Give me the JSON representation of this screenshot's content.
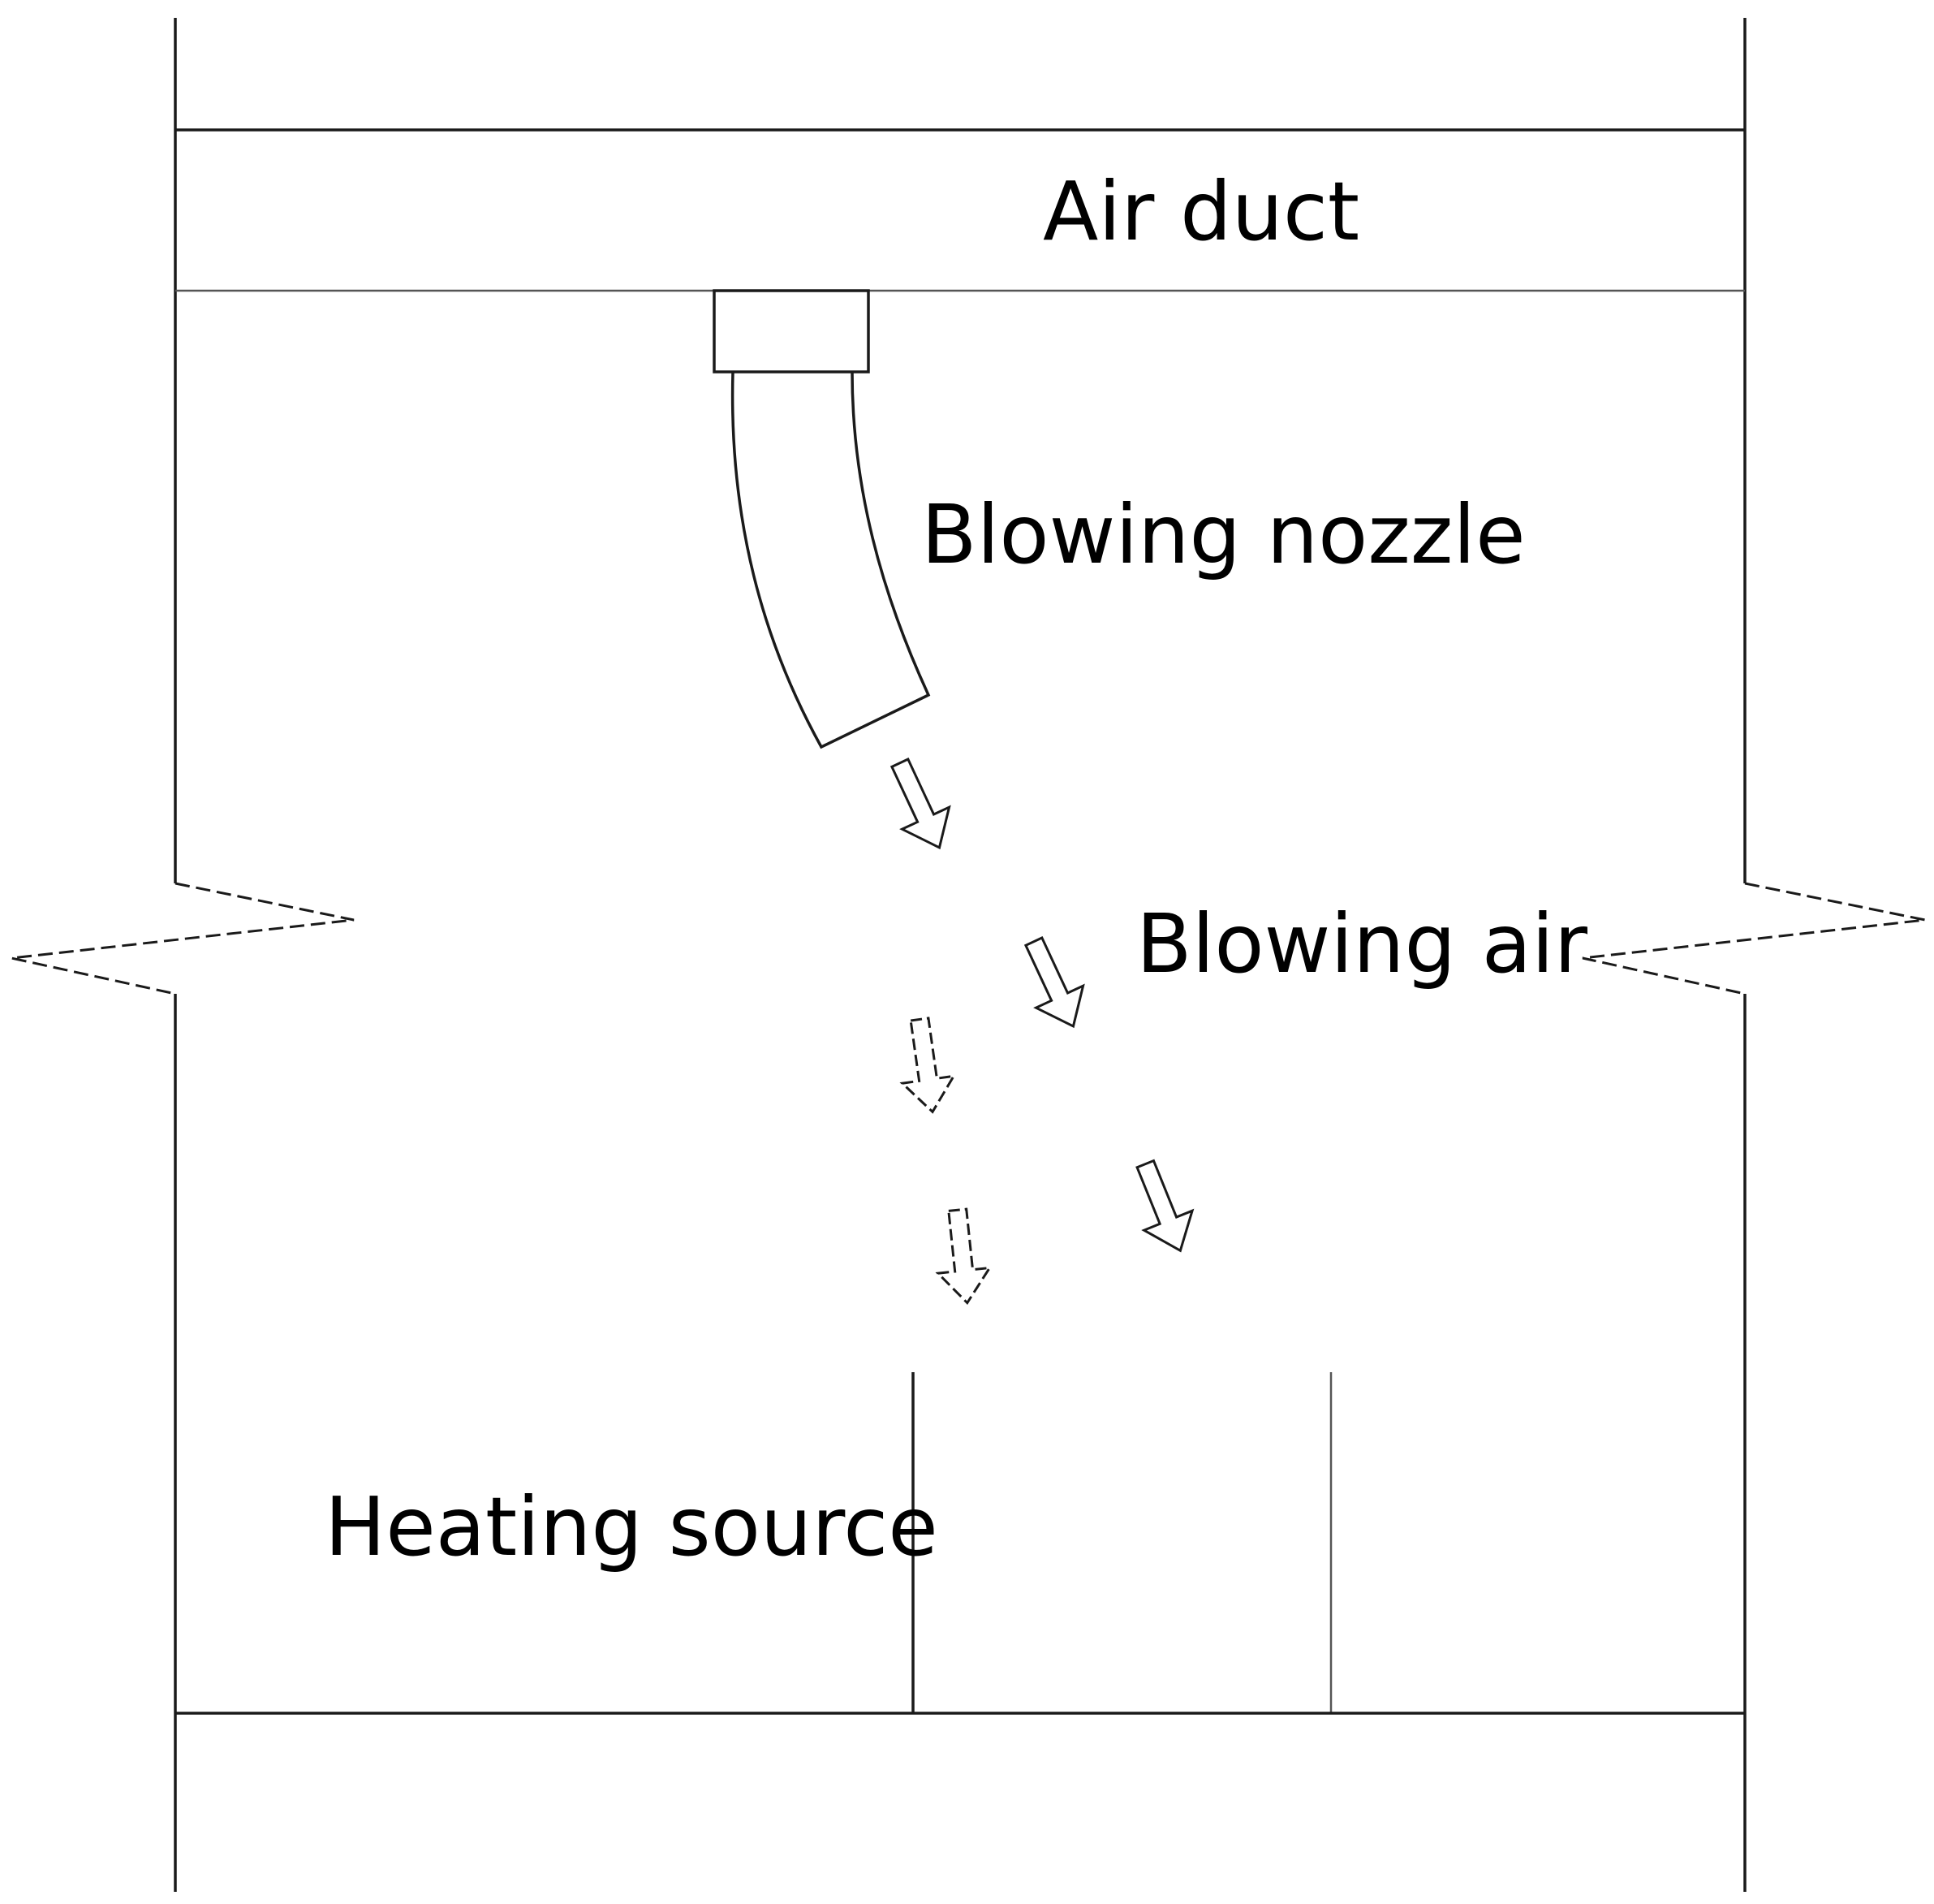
{
  "labels": {
    "air_duct": "Air duct",
    "blowing_nozzle": "Blowing nozzle",
    "blowing_air": "Blowing air",
    "heating_source": "Heating source"
  }
}
